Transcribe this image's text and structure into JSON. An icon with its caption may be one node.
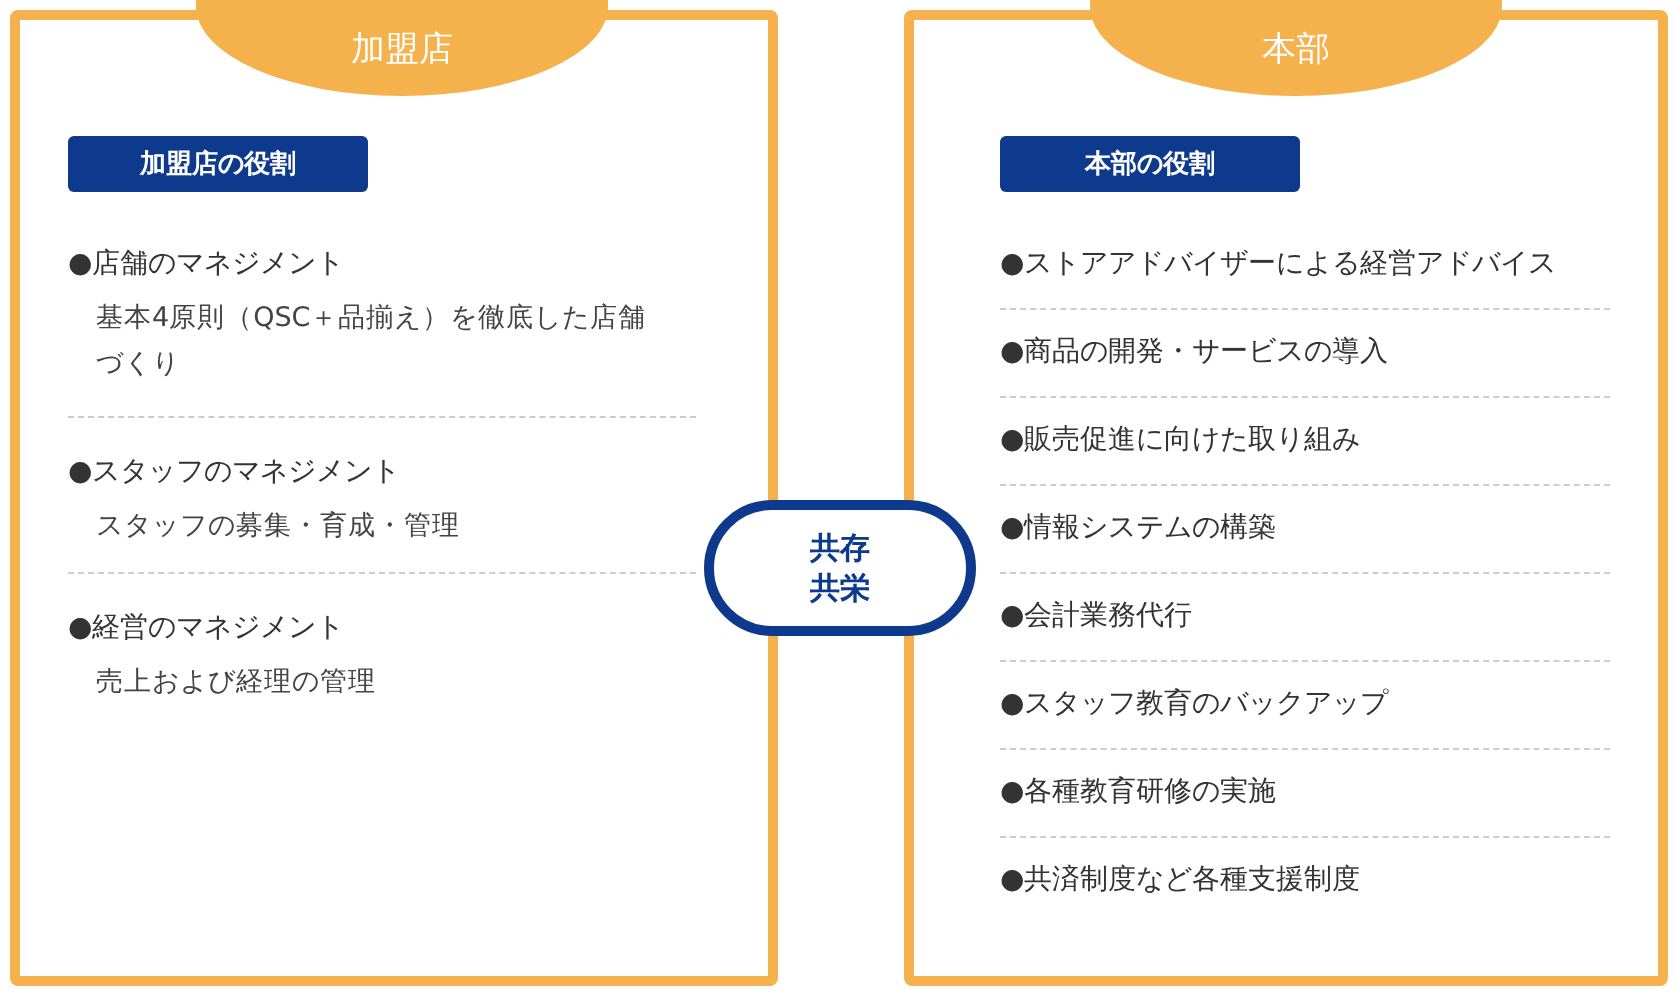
{
  "diagram": {
    "nodes": [
      {
        "text": [
          "加盟店",
          "●店舗のマネジメント",
          "基本4原則（QSC＋品揃え）を徹底した店舗づくり",
          "●スタッフのマネジメント",
          "スタッフの募集・育成・管理",
          "●経営のマネジメント",
          "売上および経理の管理"
        ]
      },
      {
        "text": [
          "加盟店の役割"
        ],
        "in": 0
      },
      {
        "text": [
          "本部",
          "●ストアアドバイザーによる経営アドバイス",
          "●商品の開発・サービスの導入",
          "●販売促進に向けた取り組み",
          "●情報システムの構築",
          "●会計業務代行",
          "●スタッフ教育のバックアップ",
          "●各種教育研修の実施",
          "●共済制度など各種支援制度"
        ]
      },
      {
        "text": [
          "本部の役割"
        ],
        "in": 2
      },
      {
        "text": [
          "共存共栄"
        ]
      }
    ]
  }
}
